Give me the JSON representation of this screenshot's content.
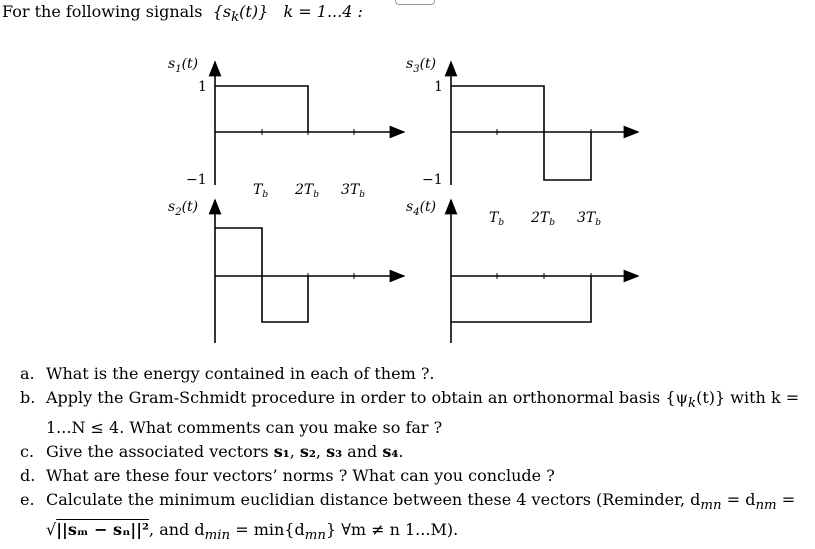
{
  "intro": {
    "text": "For the following signals",
    "set": "{s",
    "set_sub": "k",
    "set_close": "(t)}",
    "range": "k = 1...4 :"
  },
  "plots": {
    "s1": {
      "label": "s",
      "sub": "1",
      "suffix": "(t)",
      "tick_pos": "1",
      "tick_neg": "−1"
    },
    "s2": {
      "label": "s",
      "sub": "2",
      "suffix": "(t)",
      "tick_pos": "",
      "tick_neg": ""
    },
    "s3": {
      "label": "s",
      "sub": "3",
      "suffix": "(t)",
      "tick_pos": "1",
      "tick_neg": "−1"
    },
    "s4": {
      "label": "s",
      "sub": "4",
      "suffix": "(t)",
      "tick_pos": "",
      "tick_neg": ""
    },
    "time_ticks_left": [
      "T",
      "2T",
      "3T"
    ],
    "time_ticks_right": [
      "T",
      "2T",
      "3T"
    ],
    "time_sub": "b"
  },
  "questions": [
    {
      "label": "a.",
      "text": "What is the energy contained in each of them ?."
    },
    {
      "label": "b.",
      "line1_pre": "Apply the Gram-Schmidt procedure in order to obtain an orthonormal basis {ψ",
      "line1_sub": "k",
      "line1_post": "(t)} with k =",
      "line2": "1...N ≤ 4. What comments can you make so far ?"
    },
    {
      "label": "c.",
      "pre": "Give the associated vectors ",
      "v1": "s₁",
      "sep1": ", ",
      "v2": "s₂",
      "sep2": ", ",
      "v3": "s₃",
      "and": " and ",
      "v4": "s₄",
      "post": "."
    },
    {
      "label": "d.",
      "text": "What are these four vectors’ norms ? What can you conclude ?"
    },
    {
      "label": "e.",
      "line1": "Calculate the minimum euclidian distance between these 4 vectors (Reminder, d",
      "line1_sub1": "mn",
      "line1_mid": " = d",
      "line1_sub2": "nm",
      "line1_end": " =",
      "line2_root": "√",
      "line2_norm": "||sₘ − sₙ||²",
      "line2_rest": ", and d",
      "line2_sub": "min",
      "line2_end": " = min{d",
      "line2_sub2": "mn",
      "line2_tail": "}   ∀m ≠ n 1...M)."
    }
  ]
}
